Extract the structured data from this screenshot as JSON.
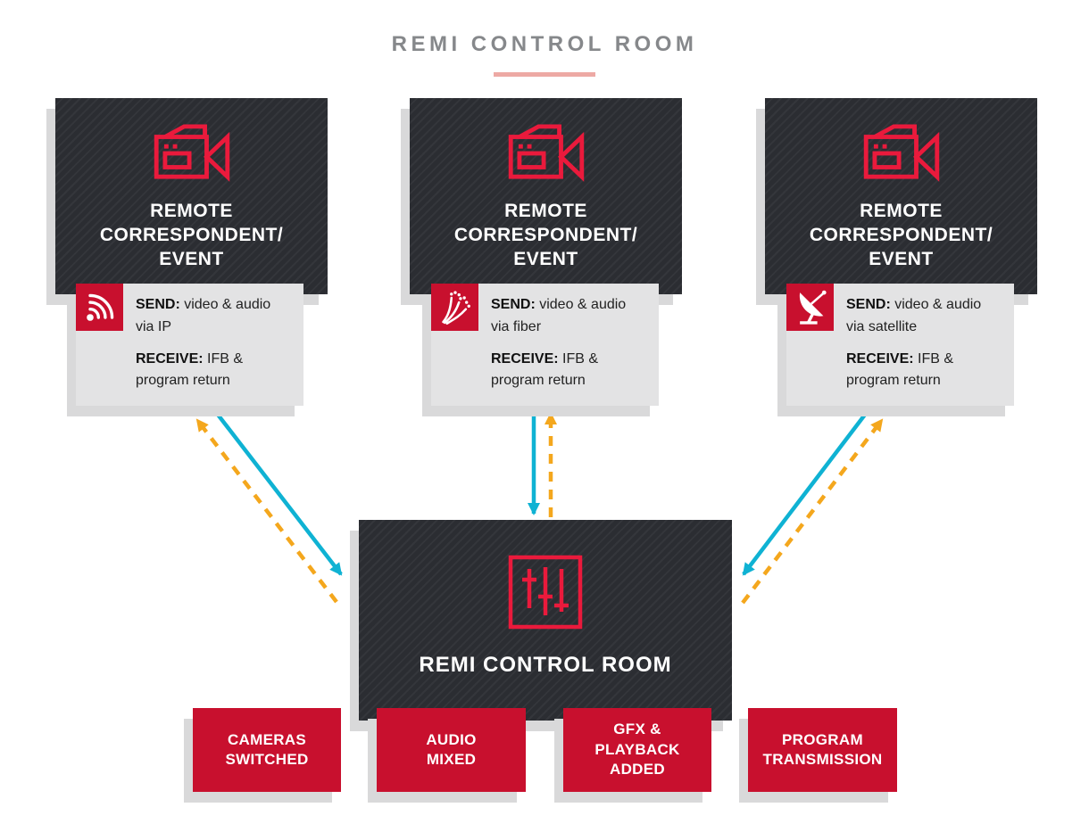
{
  "header": {
    "title": "REMI CONTROL ROOM"
  },
  "remote_nodes": [
    {
      "title": "REMOTE\nCORRESPONDENT/\nEVENT",
      "node_icon": "video-camera-icon",
      "transport_icon": "wireless-ip-icon",
      "send_label": "SEND:",
      "send_text": " video & audio\nvia IP",
      "receive_label": "RECEIVE:",
      "receive_text": " IFB &\nprogram return"
    },
    {
      "title": "REMOTE\nCORRESPONDENT/\nEVENT",
      "node_icon": "video-camera-icon",
      "transport_icon": "fiber-optic-icon",
      "send_label": "SEND:",
      "send_text": " video & audio\nvia fiber",
      "receive_label": "RECEIVE:",
      "receive_text": " IFB &\nprogram return"
    },
    {
      "title": "REMOTE\nCORRESPONDENT/\nEVENT",
      "node_icon": "video-camera-icon",
      "transport_icon": "satellite-dish-icon",
      "send_label": "SEND:",
      "send_text": " video & audio\nvia satellite",
      "receive_label": "RECEIVE:",
      "receive_text": " IFB &\nprogram return"
    }
  ],
  "control_room": {
    "title": "REMI CONTROL ROOM",
    "icon": "audio-mixer-icon"
  },
  "outputs": [
    {
      "label": "CAMERAS\nSWITCHED"
    },
    {
      "label": "AUDIO\nMIXED"
    },
    {
      "label": "GFX &\nPLAYBACK\nADDED"
    },
    {
      "label": "PROGRAM\nTRANSMISSION"
    }
  ],
  "arrows": {
    "send_color": "#0fb2d3",
    "send_style": "solid",
    "return_color": "#f4a71d",
    "return_style": "dashed"
  },
  "colors": {
    "brand_red": "#c8102e",
    "icon_stroke_red": "#ea1a3c",
    "panel_dark": "#2b2d32",
    "panel_stripe": "#34363b",
    "info_panel_gray": "#e3e3e4",
    "header_gray": "#86888b",
    "underline_pink": "#eda9a4",
    "shadow_gray": "#d9d9da"
  }
}
